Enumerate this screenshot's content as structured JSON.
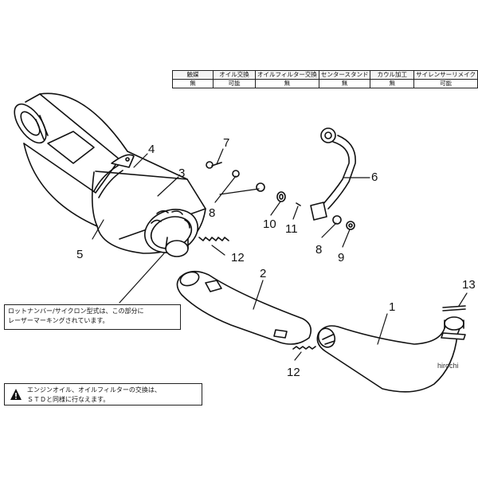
{
  "spec_table": {
    "headers": [
      "触媒",
      "オイル交換",
      "オイルフィルター交換",
      "センタースタンド",
      "カウル加工",
      "サイレンサーリメイク"
    ],
    "values": [
      "無",
      "可能",
      "無",
      "無",
      "無",
      "可能"
    ]
  },
  "notes": {
    "laser_line1": "ロットナンバー/サイクロン型式は、この部分に",
    "laser_line2": "レーザーマーキングされています。",
    "oil_line1": "エンジンオイル、オイルフィルターの交換は、",
    "oil_line2": "ＳＴＤと同様に行なえます。"
  },
  "callouts": [
    "1",
    "2",
    "3",
    "4",
    "5",
    "6",
    "7",
    "8",
    "8",
    "9",
    "10",
    "11",
    "12",
    "12",
    "13"
  ],
  "watermark": "hirochi",
  "warning_icon": "warning-triangle-icon"
}
